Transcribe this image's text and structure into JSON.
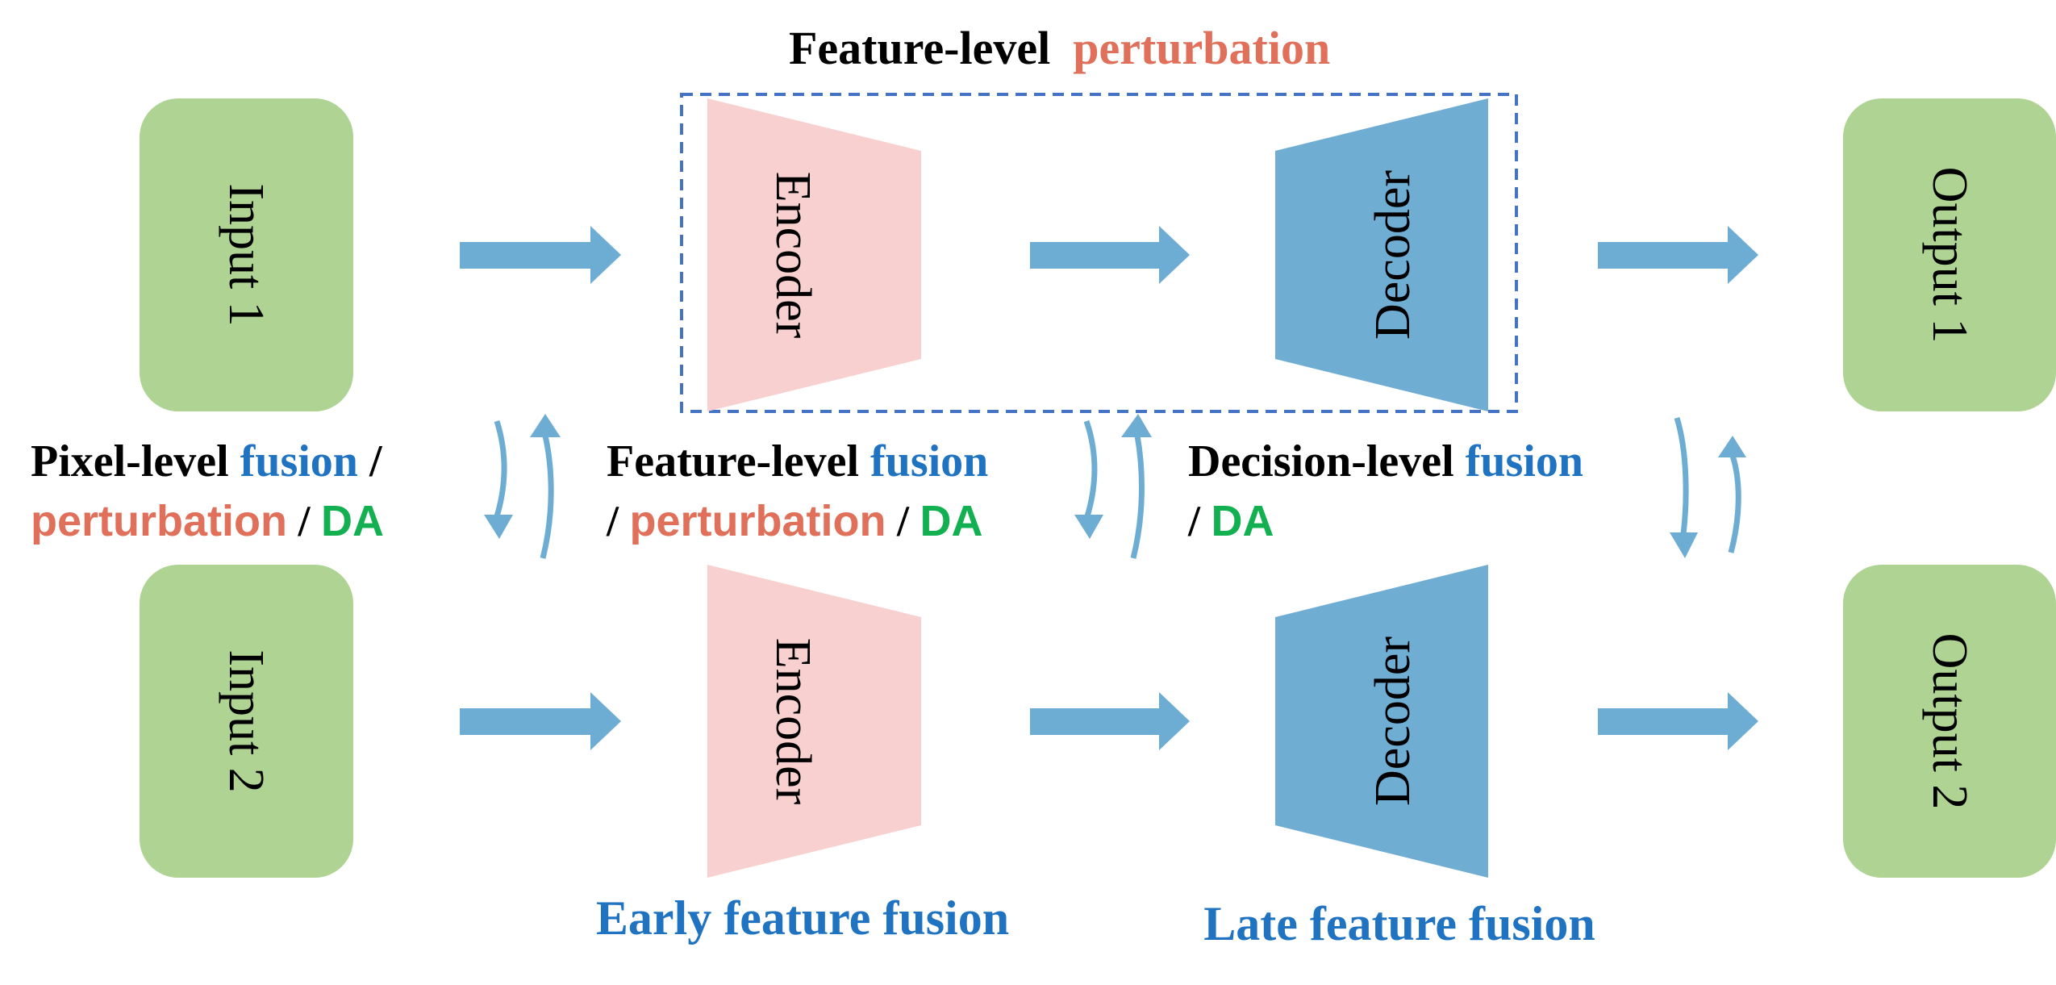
{
  "colors": {
    "io_box": "#AED392",
    "encoder": "#F8D0D0",
    "decoder": "#70ADD3",
    "arrow": "#6EADD3",
    "dashed_box": "#4472C4",
    "fusion": "#1F73C0",
    "perturbation": "#E0705A",
    "da": "#12B050",
    "text": "#000000"
  },
  "nodes": {
    "input1": "Input 1",
    "input2": "Input 2",
    "encoder_top": "Encoder",
    "encoder_bottom": "Encoder",
    "decoder_top": "Decoder",
    "decoder_bottom": "Decoder",
    "output1": "Output 1",
    "output2": "Output 2"
  },
  "labels": {
    "top_title": {
      "black": "Feature-level",
      "red": "perturbation"
    },
    "pixel": {
      "line1_black": "Pixel-level ",
      "line1_blue": "fusion",
      "line1_slash": " /",
      "line2_red": "perturbation",
      "line2_slash": " / ",
      "line2_green": "DA"
    },
    "feature": {
      "line1_black": "Feature-level ",
      "line1_blue": "fusion",
      "line2_slash1": "/ ",
      "line2_red": "perturbation",
      "line2_slash2": " / ",
      "line2_green": "DA"
    },
    "decision": {
      "line1_black": "Decision-level ",
      "line1_blue": "fusion",
      "line2_slash": "/ ",
      "line2_green": "DA"
    },
    "early": "Early feature fusion",
    "late": "Late feature fusion"
  }
}
